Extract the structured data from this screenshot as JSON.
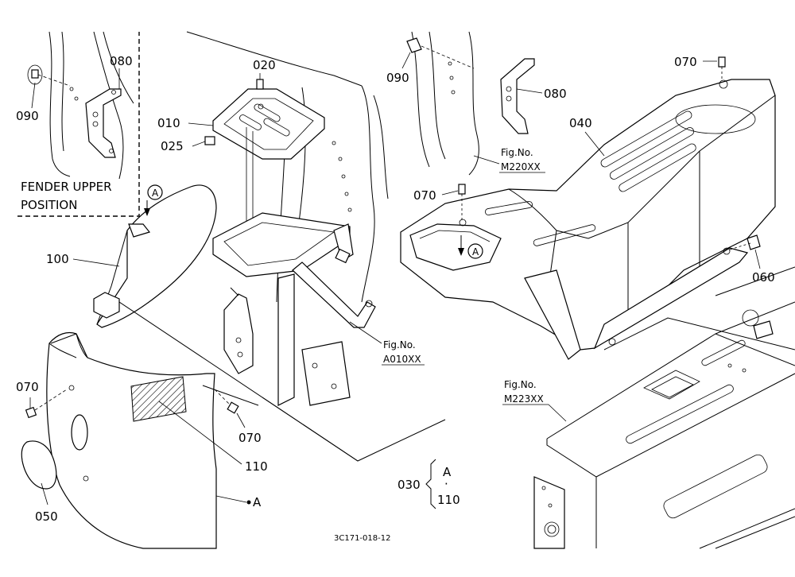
{
  "inset": {
    "caption_line1": "FENDER UPPER",
    "caption_line2": "POSITION",
    "label_080": "080",
    "label_090": "090"
  },
  "labels": {
    "p010": "010",
    "p020": "020",
    "p025": "025",
    "p100": "100",
    "p070_left": "070",
    "p070_mid": "070",
    "p110": "110",
    "p050": "050",
    "p090": "090",
    "p080": "080",
    "p070_right_top": "070",
    "p040": "040",
    "p070_center": "070",
    "p060": "060"
  },
  "markers": {
    "a_left": "A",
    "a_center": "A",
    "a_point": "A"
  },
  "figrefs": [
    {
      "line1": "Fig.No.",
      "line2": "A010XX"
    },
    {
      "line1": "Fig.No.",
      "line2": "M220XX"
    },
    {
      "line1": "Fig.No.",
      "line2": "M223XX"
    }
  ],
  "group": {
    "code": "030",
    "item_top": "A",
    "dot": "·",
    "item_bottom": "110"
  },
  "drawing_no": "3C171-018-12"
}
